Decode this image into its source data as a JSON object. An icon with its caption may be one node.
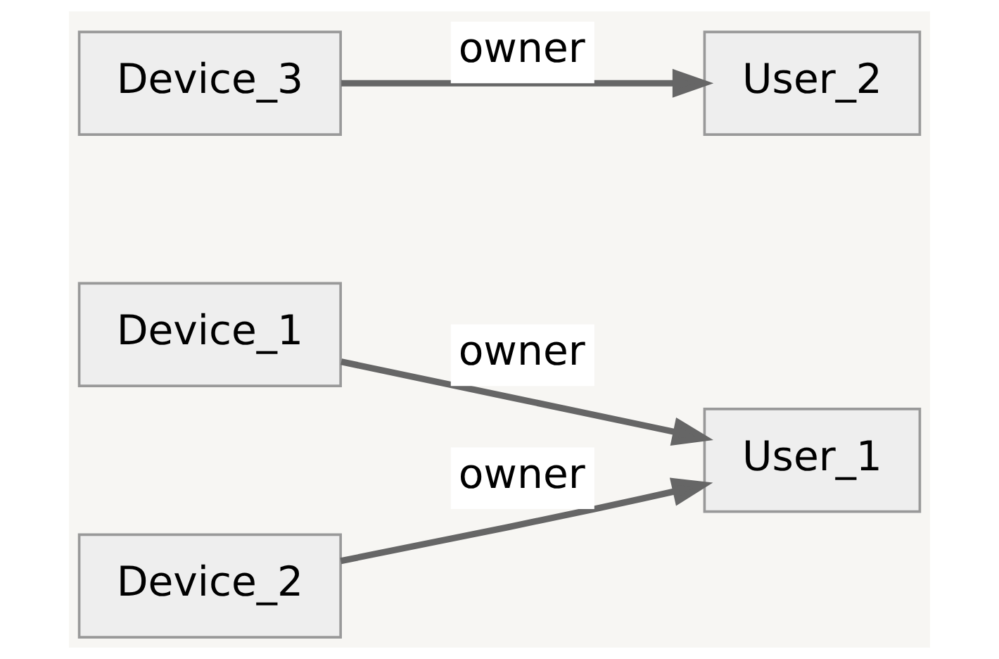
{
  "diagram": {
    "nodes": [
      {
        "text": [
          "Device_1"
        ]
      },
      {
        "text": [
          "Device_2"
        ]
      },
      {
        "text": [
          "Device_3"
        ]
      },
      {
        "text": [
          "User_1"
        ]
      },
      {
        "text": [
          "User_2"
        ]
      }
    ],
    "edges": [
      {
        "from": 0,
        "to": 3,
        "arrow": "to",
        "label": "owner"
      },
      {
        "from": 1,
        "to": 3,
        "arrow": "to",
        "label": "owner"
      },
      {
        "from": 2,
        "to": 4,
        "arrow": "to",
        "label": "owner"
      }
    ]
  }
}
